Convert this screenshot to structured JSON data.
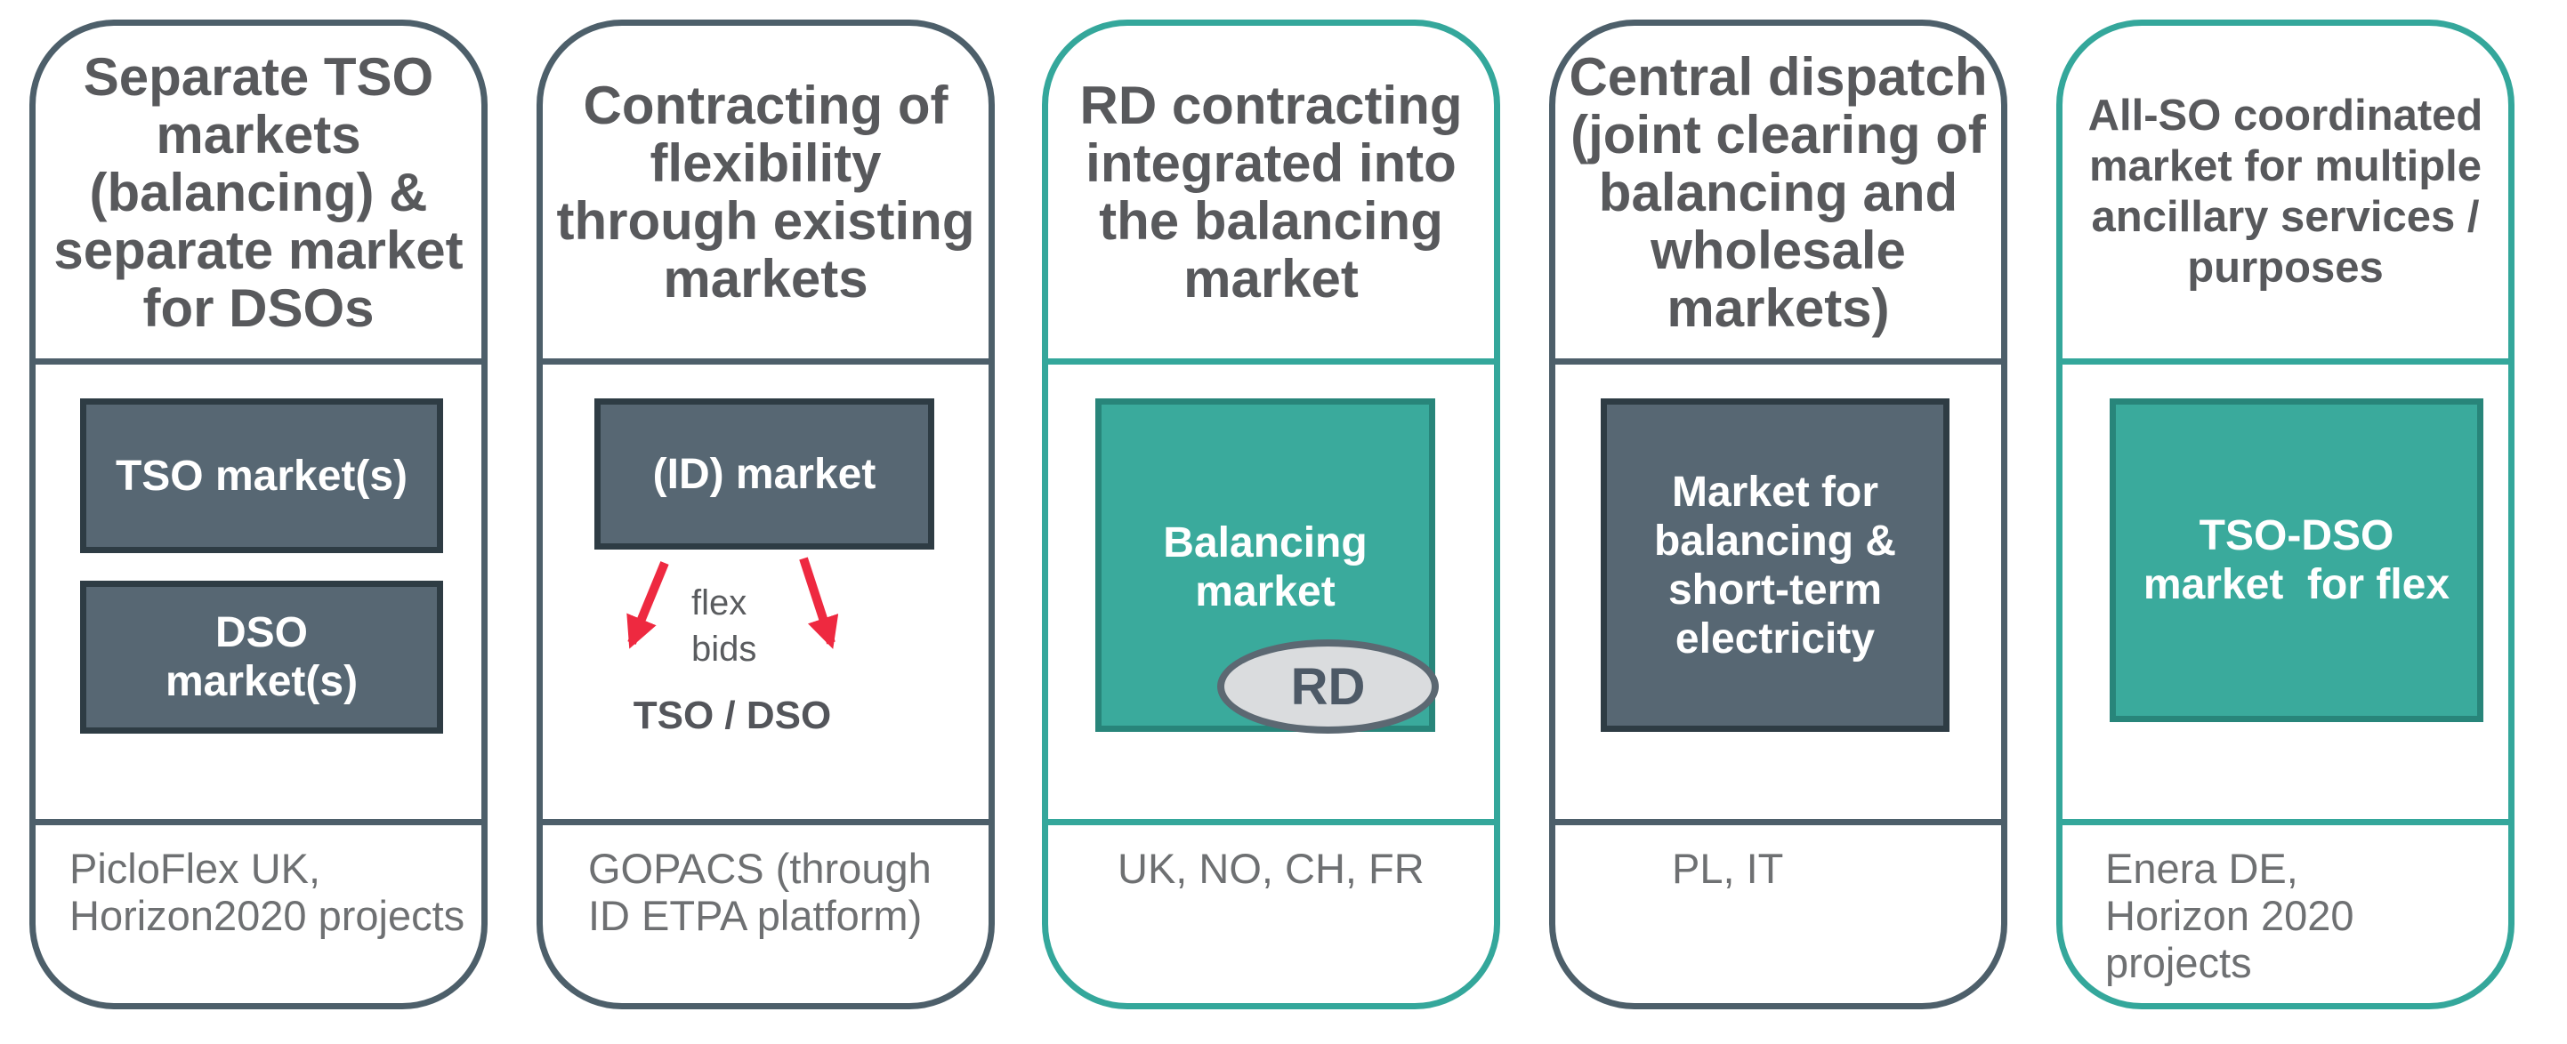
{
  "diagram": {
    "name": "TSO-DSO market model options",
    "colors": {
      "slate_border": "#4d5f6a",
      "teal_border": "#34a79b",
      "dark_box_fill": "#576773",
      "dark_box_border": "#2e3c44",
      "teal_box_fill": "#3aaa9c",
      "teal_box_border": "#28857a",
      "arrow_red": "#ee2940",
      "title_text": "#58595c",
      "footer_text": "#6e7072",
      "box_text": "#ffffff",
      "rd_ellipse_fill": "#dadcde",
      "rd_ellipse_border": "#5c6872",
      "rd_text": "#4d5966"
    },
    "cards": [
      {
        "title": "Separate TSO\nmarkets\n(balancing) &\nseparate market\nfor DSOs",
        "box_tso": "TSO market(s)",
        "box_dso": "DSO\nmarket(s)",
        "footer": "PicloFlex UK,\nHorizon2020 projects"
      },
      {
        "title": "Contracting of\nflexibility\nthrough existing\nmarkets",
        "box_id": "(ID) market",
        "arrow_label": "flex\nbids",
        "actors": "TSO / DSO",
        "footer": "GOPACS (through\nID ETPA platform)"
      },
      {
        "title": "RD contracting\nintegrated into\nthe balancing\nmarket",
        "box_balancing": "Balancing\nmarket",
        "badge": "RD",
        "footer": "UK, NO, CH, FR"
      },
      {
        "title": "Central dispatch\n(joint clearing of\nbalancing and\nwholesale\nmarkets)",
        "box_central": "Market for\nbalancing &\nshort-term\nelectricity",
        "footer": "PL, IT"
      },
      {
        "title": "All-SO coordinated\nmarket for multiple\nancillary services /\npurposes",
        "box_flex": "TSO-DSO\nmarket  for flex",
        "footer": "Enera DE,\nHorizon 2020 projects"
      }
    ]
  }
}
